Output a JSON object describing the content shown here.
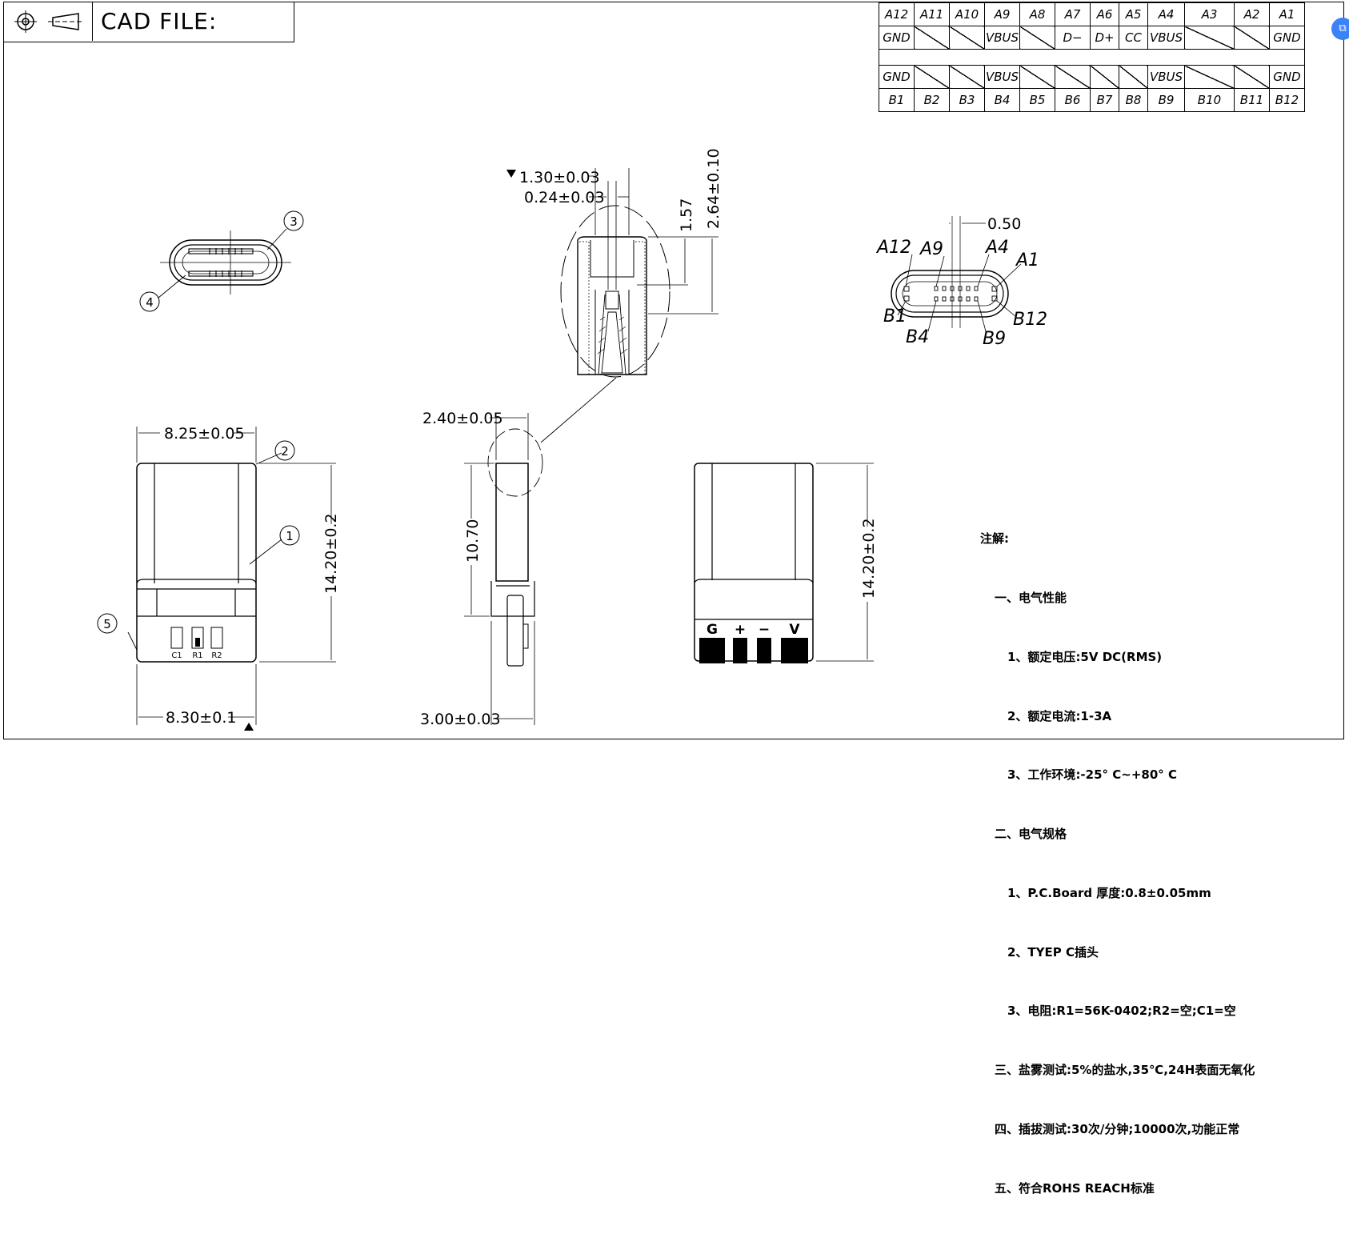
{
  "header": {
    "cad_label": "CAD FILE:"
  },
  "pin_table": {
    "top_pins": [
      "A12",
      "A11",
      "A10",
      "A9",
      "A8",
      "A7",
      "A6",
      "A5",
      "A4",
      "A3",
      "A2",
      "A1"
    ],
    "top_signals": [
      "GND",
      "",
      "",
      "VBUS",
      "",
      "D−",
      "D+",
      "CC",
      "VBUS",
      "",
      "",
      "GND"
    ],
    "bottom_signals": [
      "GND",
      "",
      "",
      "VBUS",
      "",
      "",
      "",
      "",
      "VBUS",
      "",
      "",
      "GND"
    ],
    "bottom_pins": [
      "B1",
      "B2",
      "B3",
      "B4",
      "B5",
      "B6",
      "B7",
      "B8",
      "B9",
      "B10",
      "B11",
      "B12"
    ]
  },
  "dimensions": {
    "top_width": "8.25±0.05",
    "bottom_width": "8.30±0.1",
    "front_height": "14.20±0.2",
    "side_thickness": "2.40±0.05",
    "side_body_height": "10.70",
    "side_base": "3.00±0.03",
    "back_height": "14.20±0.2",
    "detail_width": "1.30±0.03",
    "detail_pin": "0.24±0.03",
    "detail_depth": "1.57",
    "detail_total": "2.64±0.10",
    "pitch": "0.50"
  },
  "balloons": {
    "b1": "1",
    "b2": "2",
    "b3": "3",
    "b4": "4",
    "b5": "5"
  },
  "pcb_labels": {
    "c1": "C1",
    "r1": "R1",
    "r2": "R2"
  },
  "back_pads": {
    "g": "G",
    "plus": "+",
    "minus": "−",
    "v": "V"
  },
  "socket_labels": {
    "a12": "A12",
    "a9": "A9",
    "a4": "A4",
    "a1": "A1",
    "b1": "B1",
    "b4": "B4",
    "b9": "B9",
    "b12": "B12"
  },
  "notes": {
    "title": "注解:",
    "s1": "一、电气性能",
    "s1_1": "1、额定电压:5V DC(RMS)",
    "s1_2": "2、额定电流:1-3A",
    "s1_3": "3、工作环境:-25° C~+80° C",
    "s2": "二、电气规格",
    "s2_1": "1、P.C.Board 厚度:0.8±0.05mm",
    "s2_2": "2、TYEP C插头",
    "s2_3": "3、电阻:R1=56K-0402;R2=空;C1=空",
    "s3": "三、盐雾测试:5%的盐水,35℃,24H表面无氧化",
    "s4": "四、插拔测试:30次/分钟;10000次,功能正常",
    "s5": "五、符合ROHS REACH标准"
  }
}
